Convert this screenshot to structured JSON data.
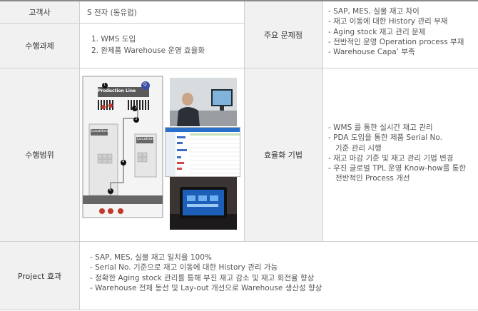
{
  "rows": {
    "customer": {
      "label": "고객사",
      "value": "S 전자 (동유럽)"
    },
    "project_task": {
      "label": "수행과제",
      "items": [
        "1. WMS 도입",
        "2. 완제품 Warehouse 운영 효율화"
      ]
    },
    "main_issues": {
      "label": "주요 문제점",
      "items": [
        "- SAP, MES, 실물 재고 차이",
        "- 재고 이동에 대한 History 관리 부재",
        "- Aging stock 재고 관리 문제",
        "- 전반적인 운영 Operation process 부재",
        "- Warehouse Capa’  부족"
      ]
    },
    "scope": {
      "label": "수행범위",
      "diagram": {
        "title": "Production Line",
        "badge": "Q",
        "location_a": "Location",
        "location_b": "Location",
        "step_numbers": [
          "1",
          "2",
          "3",
          "4",
          "5"
        ]
      }
    },
    "efficiency": {
      "label": "효율화 기법",
      "items": [
        "- WMS 를 통한 실시간 재고 관리",
        "- PDA 도입을 통한 제품 Serial No.",
        "   기준 관리 시행",
        "- 재고 마감 기준 및 재고 관리 기법 변경",
        "- 우진 글로벌 TPL 운영 Know-how를 통한",
        "   전반적인 Process 개선"
      ]
    },
    "effect": {
      "label": "Project 효과",
      "items": [
        "- SAP, MES, 실물 재고 일치율 100%",
        "- Serial No. 기준으로 재고 이동에 대한 History 관리 가능",
        "- 정확한 Aging stock 관리를 통해 부진 재고 감소 및 재고 회전율 향상",
        "- Warehouse 전체 동선 및 Lay-out 개선으로 Warehouse 생산성 향상"
      ]
    }
  },
  "colors": {
    "label_bg": "#f1f1f1",
    "border": "#cfcfcf",
    "top_border": "#8a8a8a",
    "screen_blue": "#2a6fc9",
    "badge": "#3a4fa8"
  }
}
